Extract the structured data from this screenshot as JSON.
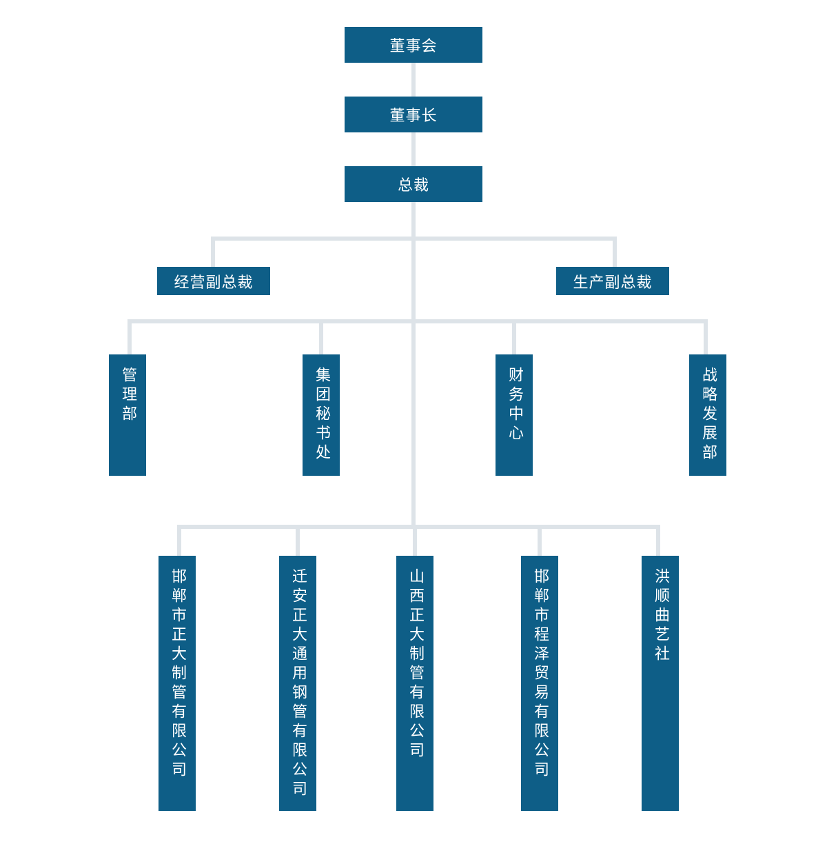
{
  "colors": {
    "box_fill": "#0e5e87",
    "box_text": "#ffffff",
    "connector": "#dde3e8"
  },
  "nodes": {
    "board": "董事会",
    "chairman": "董事长",
    "president": "总裁",
    "vp_operations": "经营副总裁",
    "vp_production": "生产副总裁",
    "depts": [
      "管理部",
      "集团秘书处",
      "财务中心",
      "战略发展部"
    ],
    "companies": [
      "邯郸市正大制管有限公司",
      "迁安正大通用钢管有限公司",
      "山西正大制管有限公司",
      "邯郸市程泽贸易有限公司",
      "洪顺曲艺社"
    ]
  }
}
